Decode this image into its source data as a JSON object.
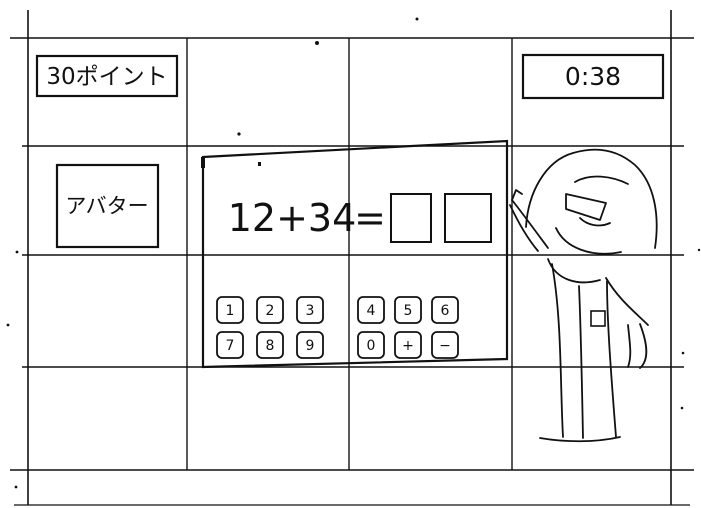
{
  "hud": {
    "score_label": "30ポイント",
    "timer_label": "0:38"
  },
  "avatar_panel": {
    "label": "アバター"
  },
  "quiz": {
    "equation": "12+34",
    "equals": "=",
    "answer_boxes": 2
  },
  "keypad": {
    "left_rows": [
      [
        "1",
        "2",
        "3"
      ],
      [
        "7",
        "8",
        "9"
      ]
    ],
    "right_rows": [
      [
        "4",
        "5",
        "6"
      ],
      [
        "0",
        "+",
        "−"
      ]
    ]
  },
  "illustration": {
    "subject": "teacher-character-pointing-at-board"
  }
}
